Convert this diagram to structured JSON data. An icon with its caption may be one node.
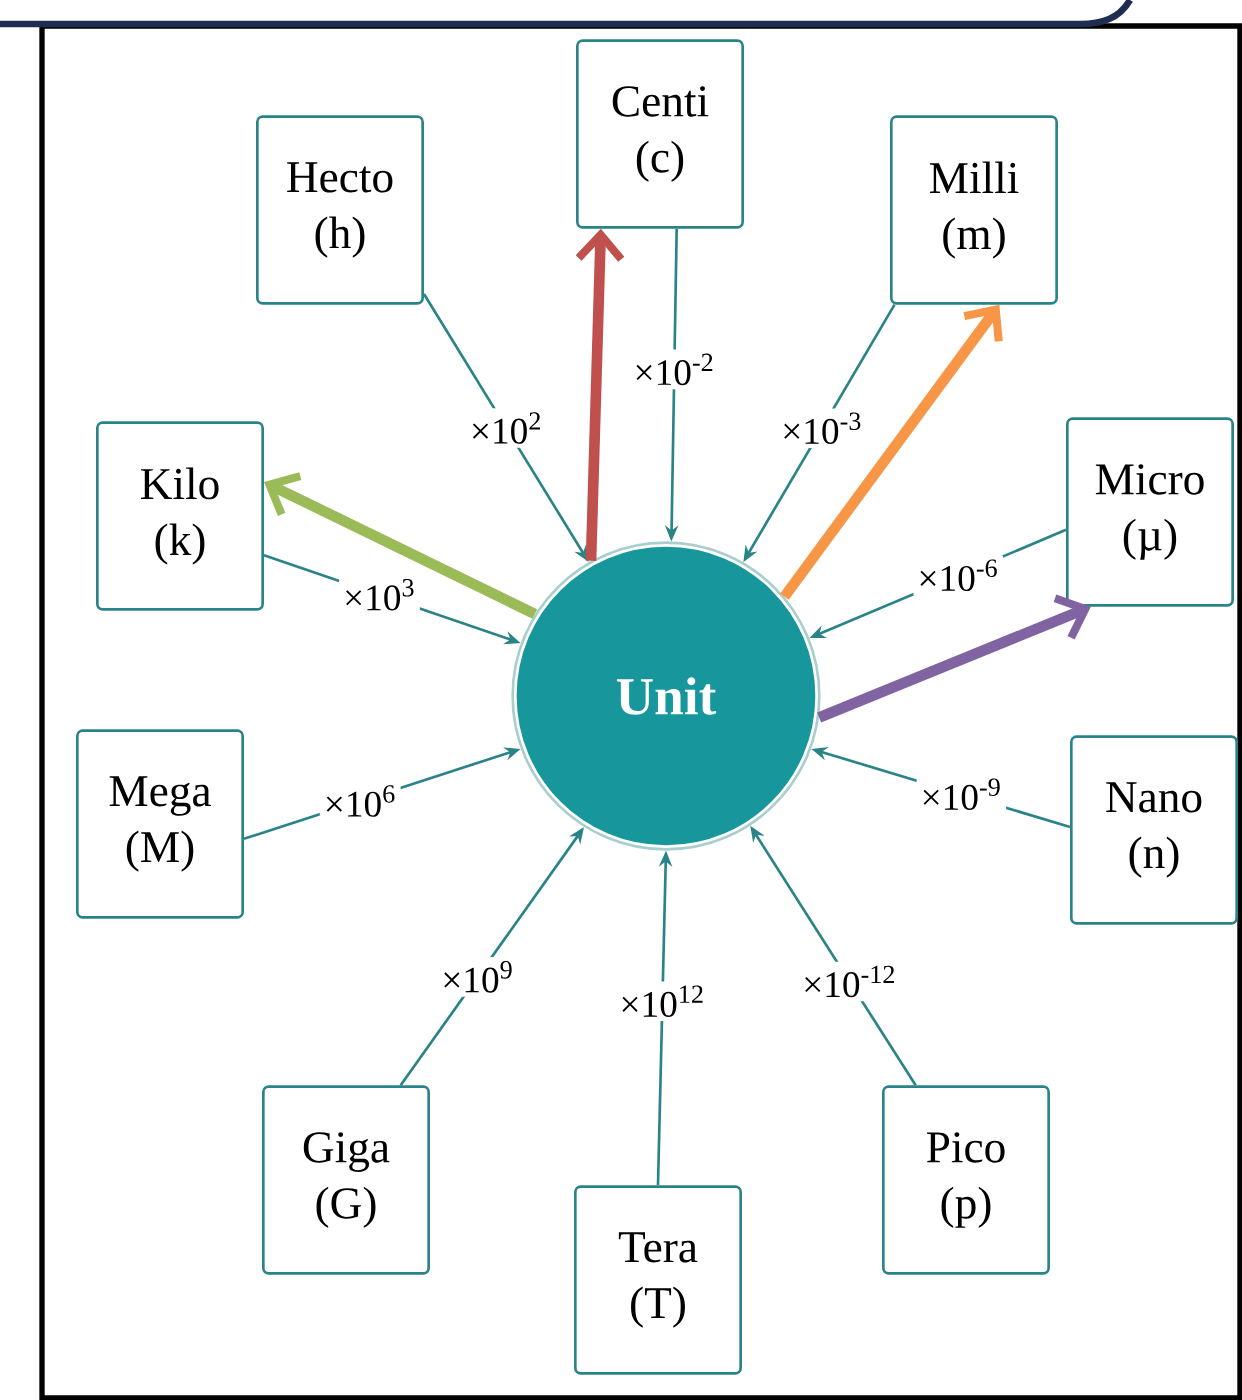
{
  "diagram": {
    "nodes": [
      {
        "text": [
          "Centi (c)"
        ]
      },
      {
        "text": [
          "Hecto (h)"
        ]
      },
      {
        "text": [
          "Milli (m)"
        ]
      },
      {
        "text": [
          "Kilo (k)"
        ]
      },
      {
        "text": [
          "Micro (µ)"
        ]
      },
      {
        "text": [
          "Unit"
        ]
      },
      {
        "text": [
          "Mega (M)"
        ]
      },
      {
        "text": [
          "Nano (n)"
        ]
      },
      {
        "text": [
          "Giga (G)"
        ]
      },
      {
        "text": [
          "Pico (p)"
        ]
      },
      {
        "text": [
          "Tera (T)"
        ]
      }
    ],
    "edges": [
      {
        "from": 0,
        "to": 5,
        "arrow": "to",
        "label": "×10$^{-2}$"
      },
      {
        "from": 1,
        "to": 5,
        "arrow": "to",
        "label": "×10$^{2}$"
      },
      {
        "from": 2,
        "to": 5,
        "arrow": "to",
        "label": "×10$^{-3}$"
      },
      {
        "from": 3,
        "to": 5,
        "arrow": "to",
        "label": "×10$^{3}$"
      },
      {
        "from": 4,
        "to": 5,
        "arrow": "to",
        "label": "×10$^{-6}$"
      },
      {
        "from": 6,
        "to": 5,
        "arrow": "to",
        "label": "×10$^{6}$"
      },
      {
        "from": 7,
        "to": 5,
        "arrow": "to",
        "label": "×10$^{-9}$"
      },
      {
        "from": 8,
        "to": 5,
        "arrow": "to",
        "label": "×10$^{9}$"
      },
      {
        "from": 9,
        "to": 5,
        "arrow": "to",
        "label": "×10$^{-12}$"
      },
      {
        "from": 10,
        "to": 5,
        "arrow": "to",
        "label": "×10$^{12}$"
      },
      {
        "from": 5,
        "to": 0,
        "arrow": "to",
        "style": "thick",
        "color": "#c0504d"
      },
      {
        "from": 5,
        "to": 3,
        "arrow": "to",
        "style": "thick",
        "color": "#9bbb59"
      },
      {
        "from": 5,
        "to": 2,
        "arrow": "to",
        "style": "thick",
        "color": "#f79646"
      },
      {
        "from": 5,
        "to": 4,
        "arrow": "to",
        "style": "thick",
        "color": "#8064a2"
      }
    ]
  }
}
